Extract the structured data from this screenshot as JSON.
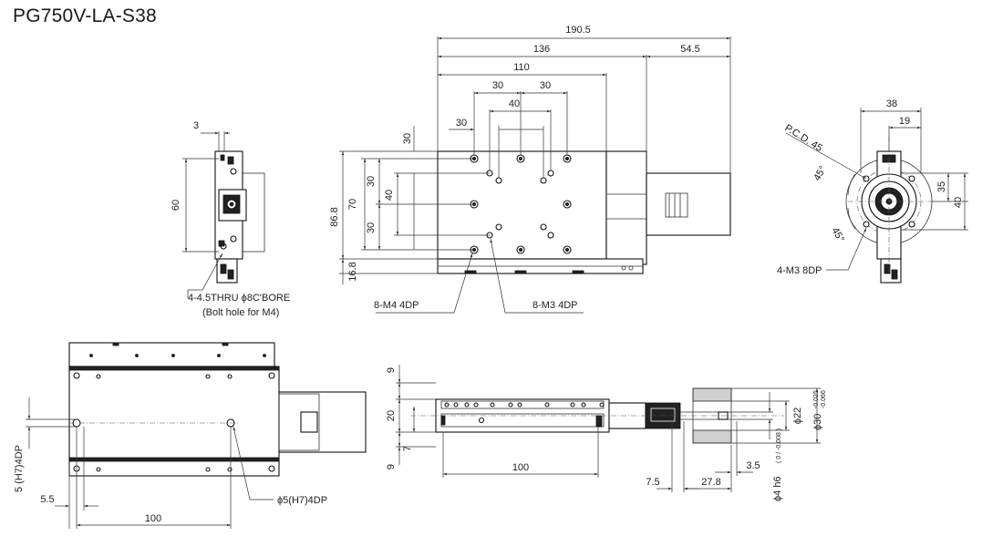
{
  "title": "PG750V-LA-S38",
  "dims": {
    "top_190_5": "190.5",
    "top_136": "136",
    "top_54_5": "54.5",
    "top_110": "110",
    "top_30a": "30",
    "top_30b": "30",
    "top_40": "40",
    "top_30c": "30",
    "left_30": "30",
    "left_30b": "30",
    "left_40": "40",
    "left_30c": "30",
    "left_70": "70",
    "left_86_8": "86.8",
    "left_16_8": "16.8",
    "side_3": "3",
    "side_60": "60",
    "right_38": "38",
    "right_19": "19",
    "right_35": "35",
    "right_40": "40",
    "pcd": "P.C.D. 45",
    "ang1": "45°",
    "ang2": "45°",
    "bot_5h7": "5 (H7)4DP",
    "bot_5_5": "5.5",
    "bot_100a": "100",
    "bot_phi5": "ϕ5(H7)4DP",
    "front_9a": "9",
    "front_20": "20",
    "front_7": "7",
    "front_9b": "9",
    "front_100": "100",
    "front_7_5": "7.5",
    "front_27_8": "27.8",
    "front_3_5": "3.5",
    "phi22": "ϕ22",
    "phi30": "ϕ30",
    "phi30_tol_up": "-0.025",
    "phi30_tol_lo": "-0.066",
    "phi4": "ϕ4 h6",
    "phi4_tol": "( 0 / -0.008 )"
  },
  "notes": {
    "bolt1": "4-4.5THRU ϕ8C'BORE",
    "bolt2": "(Bolt hole for M4)",
    "m4": "8-M4 4DP",
    "m3": "8-M3 4DP",
    "m3_8dp": "4-M3 8DP"
  }
}
